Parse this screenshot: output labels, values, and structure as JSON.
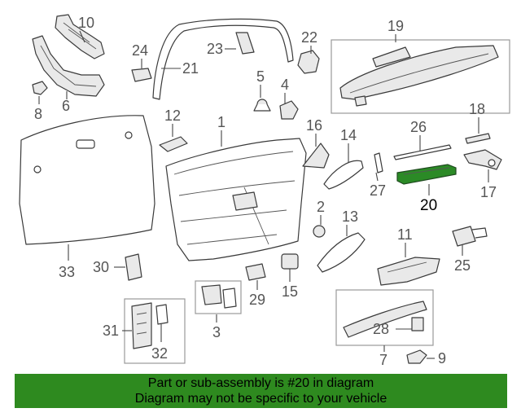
{
  "diagram": {
    "highlight_color": "#2e8a1f",
    "callouts": {
      "c1": "1",
      "c2": "2",
      "c3": "3",
      "c4": "4",
      "c5": "5",
      "c6": "6",
      "c7": "7",
      "c8": "8",
      "c9": "9",
      "c10": "10",
      "c11": "11",
      "c12": "12",
      "c13": "13",
      "c14": "14",
      "c15": "15",
      "c16": "16",
      "c17": "17",
      "c18": "18",
      "c19": "19",
      "c20": "20",
      "c21": "21",
      "c22": "22",
      "c23": "23",
      "c24": "24",
      "c25": "25",
      "c26": "26",
      "c27": "27",
      "c28": "28",
      "c29": "29",
      "c30": "30",
      "c31": "31",
      "c32": "32",
      "c33": "33"
    }
  },
  "footer": {
    "line1": "Part or sub-assembly is #20 in diagram",
    "line2": "Diagram may not be specific to your vehicle"
  }
}
